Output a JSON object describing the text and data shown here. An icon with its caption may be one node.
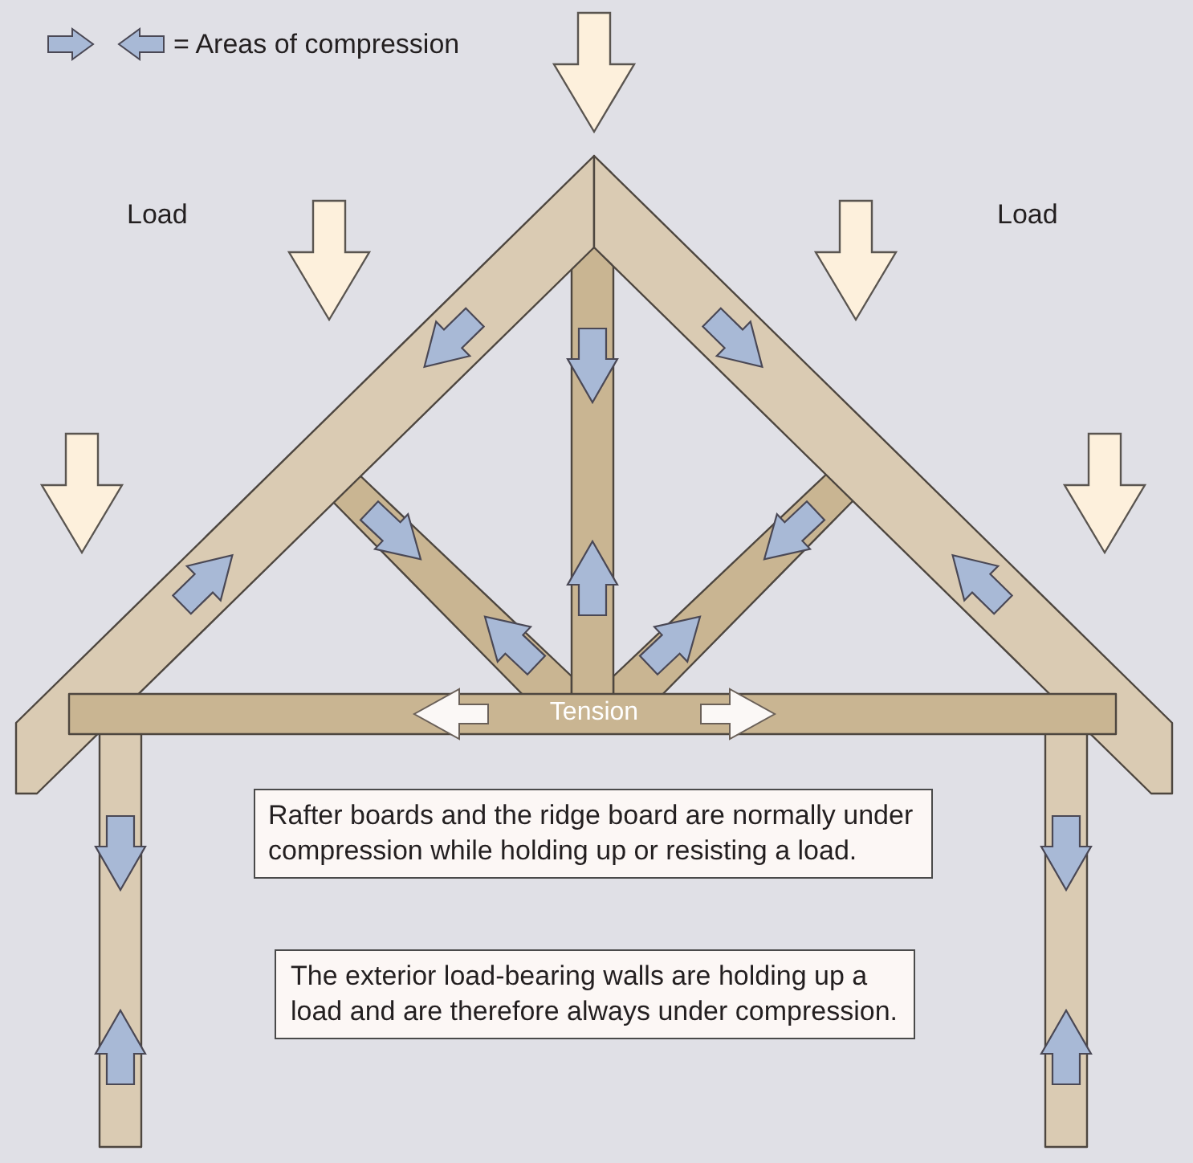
{
  "diagram": {
    "nodes": [
      {
        "text": [
          "Rafter boards and the ridge board are normally under compression while holding up or resisting a load."
        ]
      },
      {
        "text": [
          "The exterior load-bearing walls are holding up a load and are therefore always under compression."
        ]
      }
    ],
    "labels": [
      "Load",
      "Load",
      "Tension"
    ],
    "legend": [
      {
        "text": "= Areas of compression"
      }
    ]
  }
}
